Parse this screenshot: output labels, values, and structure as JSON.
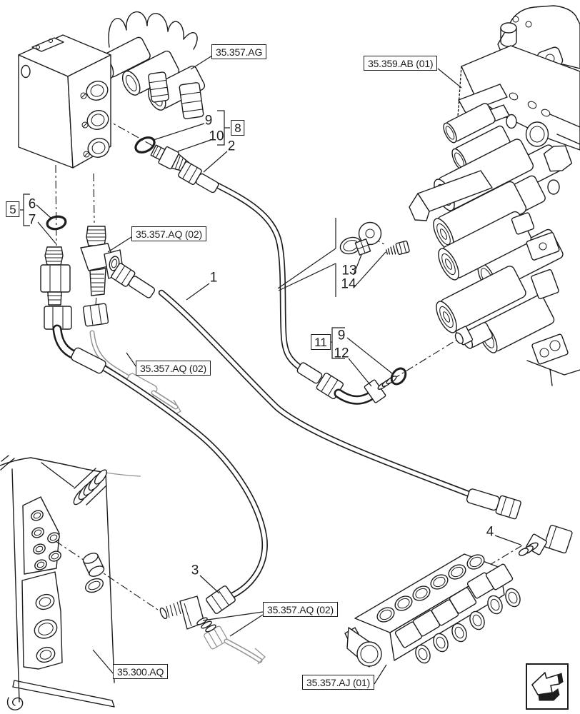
{
  "page": {
    "background": "#ffffff",
    "line_color": "#1d1d1d",
    "ghost_color": "#949494",
    "description": "Hydraulic hose routing exploded parts diagram"
  },
  "ref_labels": {
    "ag": "35.357.AG",
    "ab": "35.359.AB (01)",
    "aq_top": "35.357.AQ (02)",
    "aq_mid": "35.357.AQ (02)",
    "aq_bottom": "35.357.AQ (02)",
    "main": "35.300.AQ",
    "aj": "35.357.AJ (01)"
  },
  "callouts": {
    "c1": "1",
    "c2": "2",
    "c3": "3",
    "c4": "4",
    "b5": "5",
    "c6": "6",
    "c7": "7",
    "b8": "8",
    "c9a": "9",
    "c10": "10",
    "b11": "11",
    "c9b": "9",
    "c12": "12",
    "c13": "13",
    "c14": "14"
  },
  "icons": {
    "nav_arrow": "page-direction-arrow"
  }
}
